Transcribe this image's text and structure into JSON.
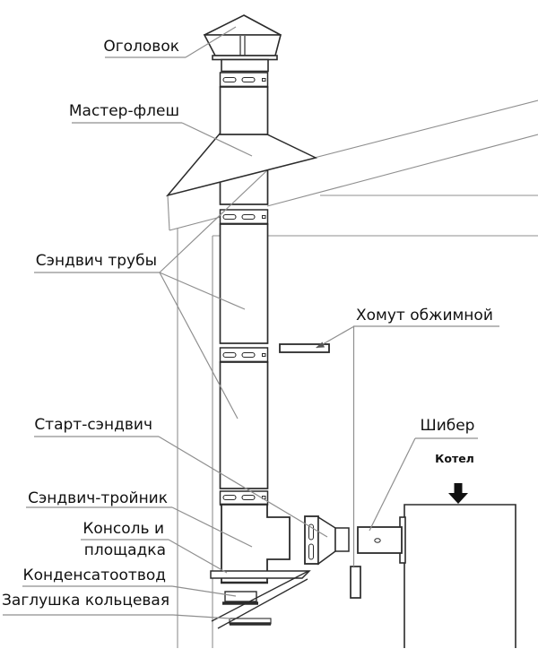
{
  "diagram": {
    "title_labels": {
      "cap": "Оголовок",
      "master_flash": "Мастер-флеш",
      "sandwich_pipes": "Сэндвич трубы",
      "crimp_clamp": "Хомут обжимной",
      "start_sandwich": "Старт-сэндвич",
      "damper": "Шибер",
      "boiler": "Котел",
      "sandwich_tee": "Сэндвич-тройник",
      "console_platform_line1": "Консоль и",
      "console_platform_line2": "площадка",
      "condensate_drain": "Конденсатоотвод",
      "ring_plug": "Заглушка кольцевая"
    },
    "colors": {
      "component_line": "#2b2b2b",
      "structure_line": "#8f8f8f",
      "text": "#111111",
      "background": "#ffffff"
    }
  }
}
